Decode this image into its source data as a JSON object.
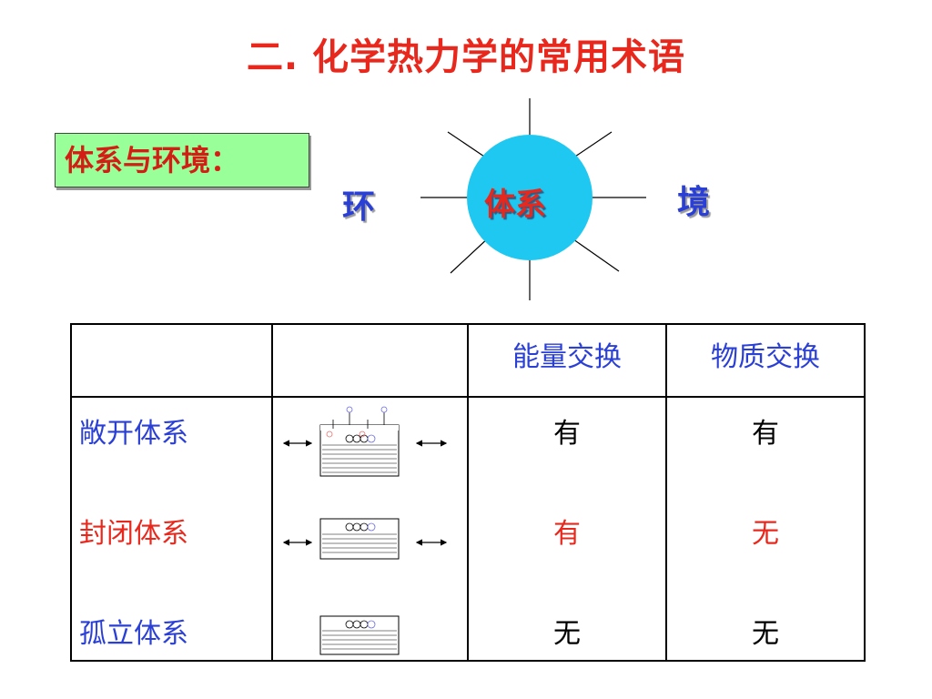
{
  "title": "二. 化学热力学的常用术语",
  "label_box": "体系与环境：",
  "diagram": {
    "env_left": "环",
    "env_right": "境",
    "system": "体系"
  },
  "table": {
    "headers": [
      "",
      "",
      "能量交换",
      "物质交换"
    ],
    "rows": [
      {
        "type": "敞开体系",
        "energy": "有",
        "matter": "有",
        "type_color": "#2a3fd6",
        "value_color": "#000000"
      },
      {
        "type": "封闭体系",
        "energy": "有",
        "matter": "无",
        "type_color": "#e8281c",
        "value_color": "#e8281c"
      },
      {
        "type": "孤立体系",
        "energy": "无",
        "matter": "无",
        "type_color": "#2a3fd6",
        "value_color": "#000000"
      }
    ]
  },
  "colors": {
    "title": "#e8281c",
    "label_box_bg": "#99ff99",
    "system_circle": "#1ec8f0",
    "environment_text": "#2a3fd6"
  }
}
